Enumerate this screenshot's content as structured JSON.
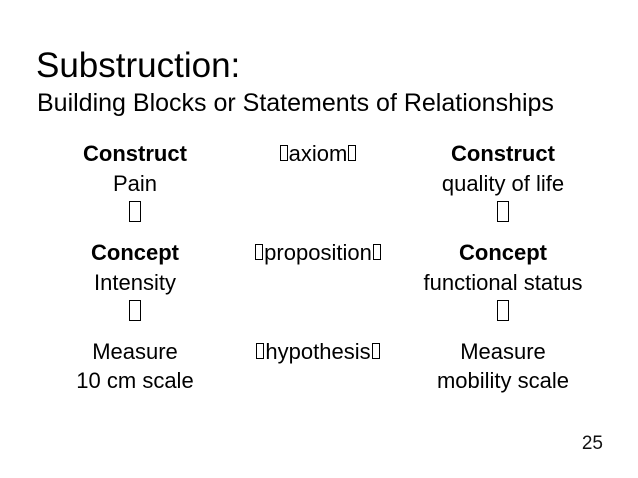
{
  "slide": {
    "title": "Substruction:",
    "subtitle": "Building Blocks or Statements of Relationships",
    "page_number": "25",
    "diagram": {
      "left_column": {
        "construct_label": "Construct",
        "construct_value": "Pain",
        "concept_label": "Concept",
        "concept_value": "Intensity",
        "measure_label": "Measure",
        "measure_value": "10 cm scale"
      },
      "middle_column": {
        "link1": "axiom",
        "link2": "proposition",
        "link3": "hypothesis"
      },
      "right_column": {
        "construct_label": "Construct",
        "construct_value": "quality of life",
        "concept_label": "Concept",
        "concept_value": "functional status",
        "measure_label": "Measure",
        "measure_value": "mobility scale"
      }
    }
  }
}
